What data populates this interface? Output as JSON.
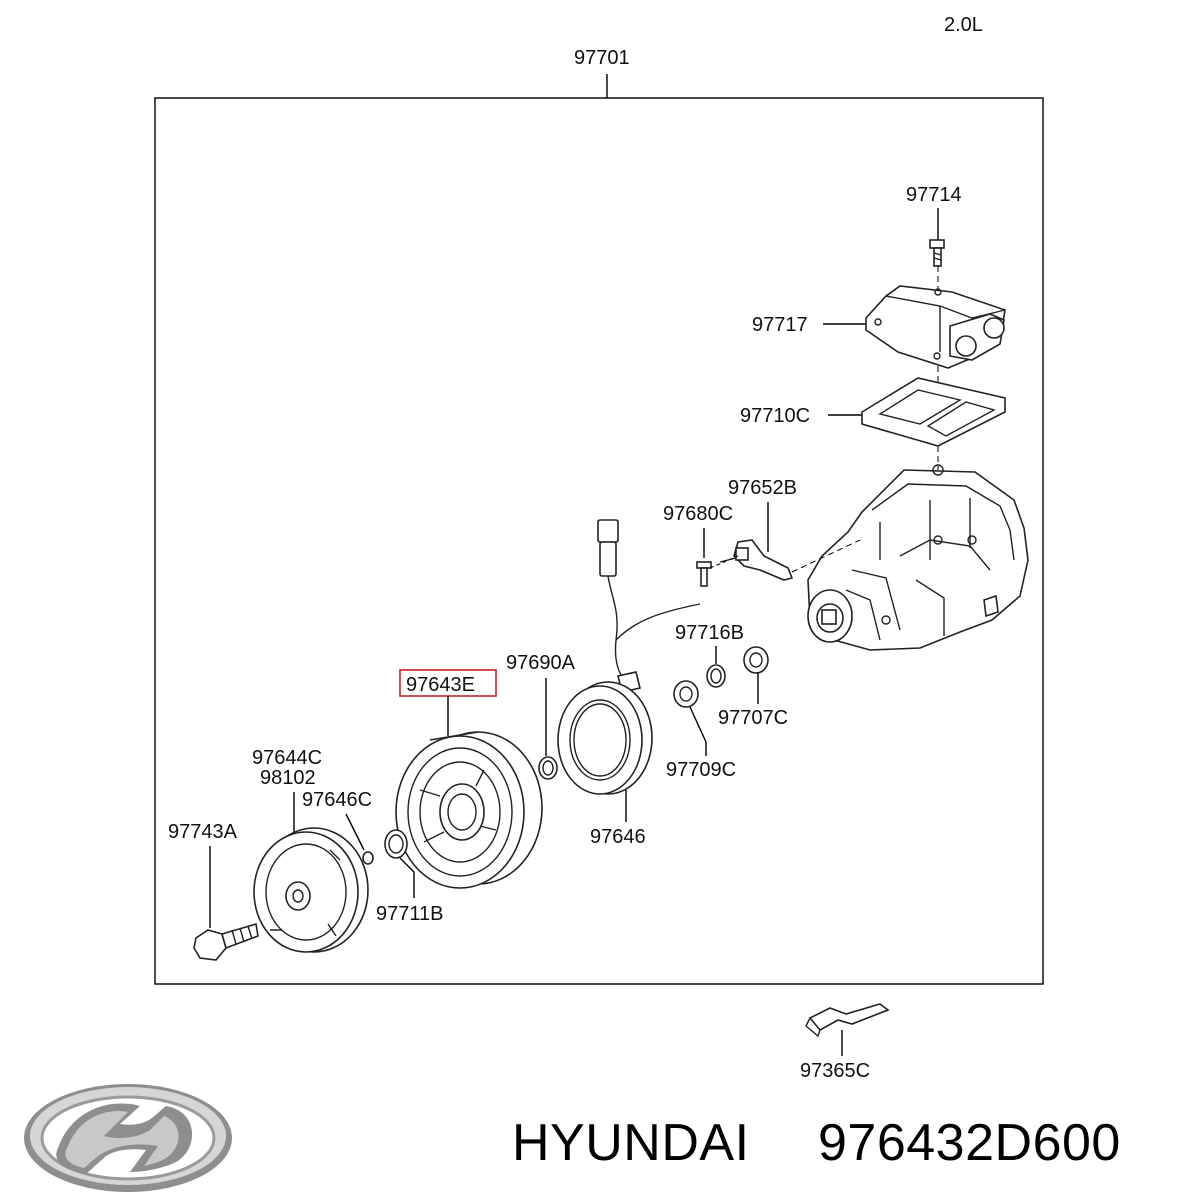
{
  "engine_label": "2.0L",
  "assembly_number": "97701",
  "callouts": {
    "c97714": "97714",
    "c97717": "97717",
    "c97710C": "97710C",
    "c97652B": "97652B",
    "c97680C": "97680C",
    "c97716B": "97716B",
    "c97690A": "97690A",
    "c97643E": "97643E",
    "c97707C": "97707C",
    "c97709C": "97709C",
    "c97644C": "97644C",
    "c98102": "98102",
    "c97646C": "97646C",
    "c97743A": "97743A",
    "c97646": "97646",
    "c97711B": "97711B",
    "c97365C": "97365C"
  },
  "highlight_color": "#c0282d",
  "brand": {
    "logo_icon": "hyundai-logo-icon",
    "name": "HYUNDAI",
    "part_number": "976432D600"
  }
}
